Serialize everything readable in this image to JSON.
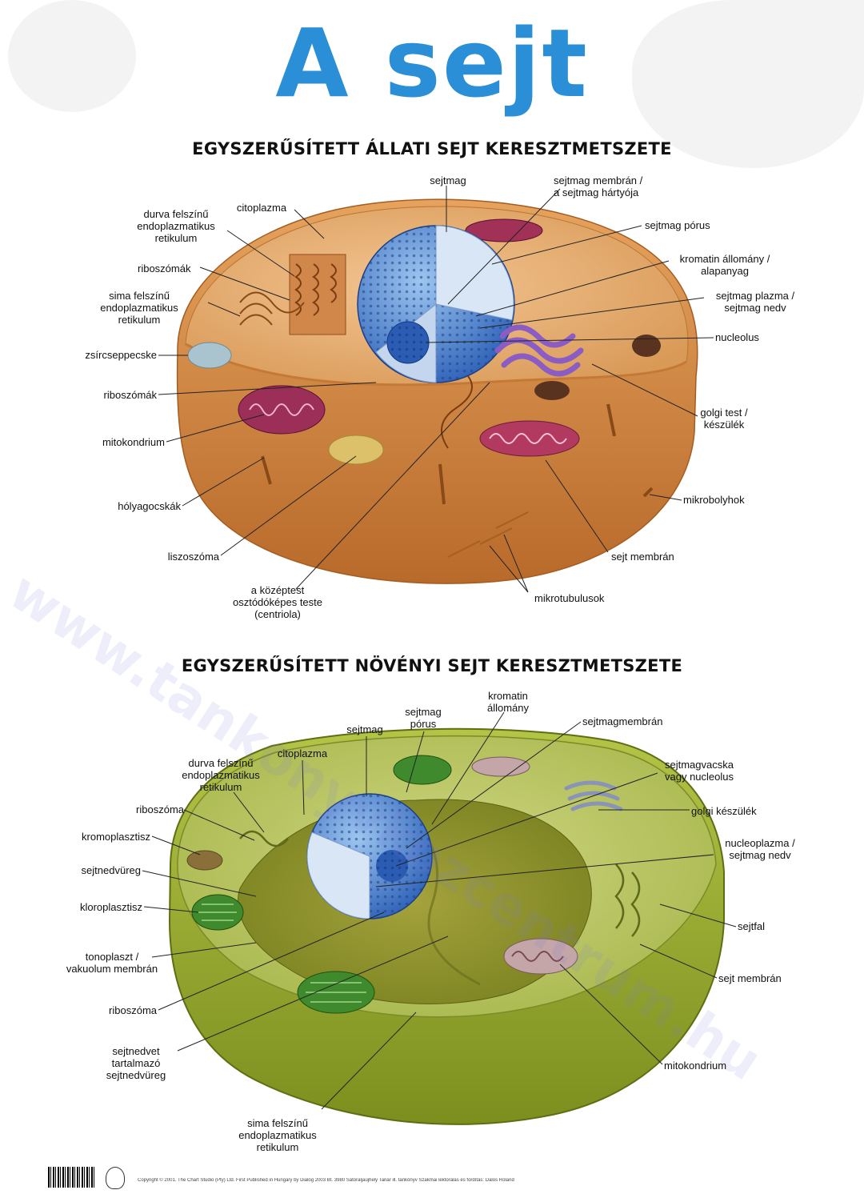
{
  "title": "A sejt",
  "animal": {
    "heading": "EGYSZERŰSÍTETT ÁLLATI SEJT KERESZTMETSZETE",
    "labels": {
      "sejtmag": "sejtmag",
      "sejtmag_membran": "sejtmag membrán /\na sejtmag hártyója",
      "citoplazma": "citoplazma",
      "durva_er": "durva felszínű\nendoplazmatikus\nretikulum",
      "sejtmag_porus": "sejtmag pórus",
      "riboszomak_1": "riboszómák",
      "kromatin": "kromatin állomány /\nalapanyag",
      "sima_er": "sima felszínű\nendoplazmatikus\nretikulum",
      "sejtmag_plazma": "sejtmag plazma /\nsejtmag nedv",
      "nucleolus": "nucleolus",
      "zsircseppecske": "zsírcseppecske",
      "riboszomak_2": "riboszómák",
      "golgi": "golgi test /\nkészülék",
      "mitokondrium": "mitokondrium",
      "holyagocskak": "hólyagocskák",
      "mikrobolyhok": "mikrobolyhok",
      "liszoszoma": "liszoszóma",
      "sejt_membran": "sejt membrán",
      "kozeptest": "a középtest\nosztódóképes teste\n(centriola)",
      "mikrotubulusok": "mikrotubulusok"
    }
  },
  "plant": {
    "heading": "EGYSZERŰSÍTETT NÖVÉNYI SEJT KERESZTMETSZETE",
    "labels": {
      "kromatin": "kromatin\nállomány",
      "sejtmag_porus": "sejtmag\npórus",
      "sejtmag": "sejtmag",
      "sejtmagmembran": "sejtmagmembrán",
      "citoplazma": "citoplazma",
      "durva_er": "durva felszínű\nendoplazmatikus\nretikulum",
      "sejtmagvacska": "sejtmagvacska\nvagy nucleolus",
      "riboszoma_1": "riboszóma",
      "golgi": "golgi készülék",
      "kromoplasztisz": "kromoplasztisz",
      "nucleoplazma": "nucleoplazma /\nsejtmag nedv",
      "sejtnedvureg": "sejtnedvüreg",
      "kloroplasztisz": "kloroplasztisz",
      "sejtfal": "sejtfal",
      "tonoplaszt": "tonoplaszt /\nvakuolum membrán",
      "sejt_membran": "sejt membrán",
      "riboszoma_2": "riboszóma",
      "sejtnedvet": "sejtnedvet\ntartalmazó\nsejtnedvüreg",
      "mitokondrium": "mitokondrium",
      "sima_er": "sima felszínű\nendoplazmatikus\nretikulum"
    }
  },
  "watermark": "www.tankonyvkozcentrum.hu",
  "footer": "Copyright © 2001. The Chart Studio (Pty) Ltd.   First Published in Hungary by Dialóg 2003 Bt. 3980 Sátoraljaújhely   Tanár ill. tankönyv   Szakmai lektorálás és fordítás: Dalos Roland",
  "colors": {
    "title": "#2a8fd6",
    "animal_cell": "#e2a766",
    "plant_cell": "#9bb23a",
    "nucleus": "#3f7fd0"
  }
}
